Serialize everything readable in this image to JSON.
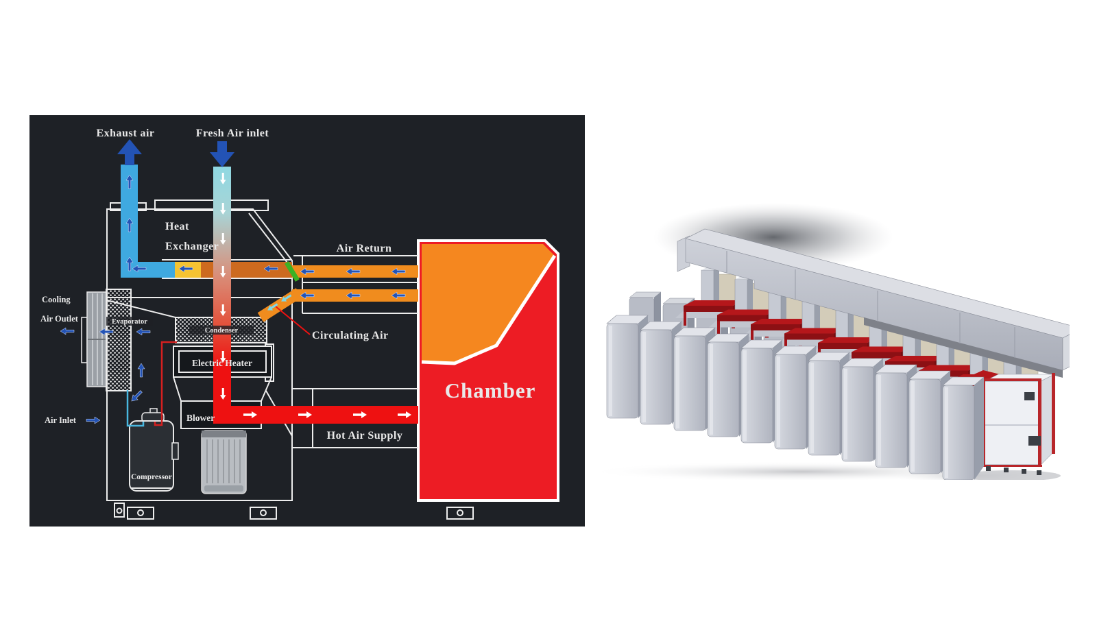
{
  "diagram": {
    "labels": {
      "exhaust_air": "Exhaust air",
      "fresh_air_inlet": "Fresh Air inlet",
      "heat_exchanger_line1": "Heat",
      "heat_exchanger_line2": "Exchanger",
      "air_return": "Air Return",
      "circulating_air": "Circulating Air",
      "chamber": "Chamber",
      "hot_air_supply": "Hot Air Supply",
      "cooling_air_outlet_line1": "Cooling",
      "cooling_air_outlet_line2": "Air Outlet",
      "air_inlet": "Air Inlet",
      "evaporator": "Evaporator",
      "condenser": "Condenser",
      "electric_heater": "Electric Heater",
      "blower": "Blower",
      "compressor": "Compressor"
    },
    "colors": {
      "background": "#1e2126",
      "outline_white": "#ededed",
      "exhaust_pipe": "#3fa9e0",
      "fresh_pipe_top": "#8fd8e2",
      "warm_pipe": "#d98f7a",
      "hot_pipe": "#ee1111",
      "yellow_segment": "#f5c332",
      "deep_orange": "#cd6a1f",
      "orange_duct": "#f08c1e",
      "arrow_blue": "#2353b5",
      "arrow_white": "#ffffff",
      "arrow_cyan": "#7fd8e8",
      "valve_green": "#3cb224",
      "chamber_orange": "#f5871f",
      "chamber_red": "#ed1c24",
      "refrigerant_red": "#d42020",
      "refrigerant_blue": "#49b8e0"
    }
  },
  "render3d": {
    "colors": {
      "background": "#ffffff",
      "body_grey": "#c3c7d1",
      "beam_grey": "#bfc3cc",
      "deck_red": "#b5171b",
      "frame_red": "#b8262a",
      "accent_green": "#0e8a60",
      "panel_white": "#eef0f4",
      "beige_panel": "#d3ccb9"
    }
  }
}
